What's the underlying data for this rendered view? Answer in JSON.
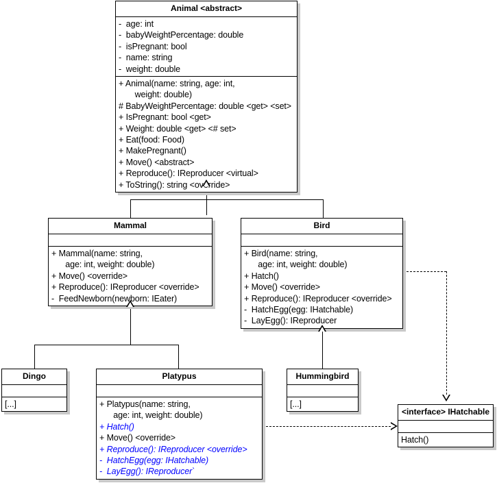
{
  "diagram": {
    "type": "uml-class-diagram",
    "title": "Animal class hierarchy",
    "accent_color": "#0000ff",
    "line_color": "#000000",
    "shadow_color": "#c9c9c9"
  },
  "classes": {
    "animal": {
      "name": "Animal <abstract>",
      "attributes": [
        "-  age: int",
        "-  babyWeightPercentage: double",
        "-  isPregnant: bool",
        "-  name: string",
        "-  weight: double"
      ],
      "operations": [
        "+ Animal(name: string, age: int,",
        "       weight: double)",
        "# BabyWeightPercentage: double <get> <set>",
        "+ IsPregnant: bool <get>",
        "+ Weight: double <get> <# set>",
        "+ Eat(food: Food)",
        "+ MakePregnant()",
        "+ Move() <abstract>",
        "+ Reproduce(): IReproducer <virtual>",
        "+ ToString(): string <override>"
      ]
    },
    "mammal": {
      "name": "Mammal",
      "attributes": [],
      "operations": [
        "+ Mammal(name: string,",
        "      age: int, weight: double)",
        "+ Move() <override>",
        "+ Reproduce(): IReproducer <override>",
        "-  FeedNewborn(newborn: IEater)"
      ]
    },
    "bird": {
      "name": "Bird",
      "attributes": [],
      "operations": [
        "+ Bird(name: string,",
        "      age: int, weight: double)",
        "+ Hatch()",
        "+ Move() <override>",
        "+ Reproduce(): IReproducer <override>",
        "-  HatchEgg(egg: IHatchable)",
        "-  LayEgg(): IReproducer"
      ]
    },
    "dingo": {
      "name": "Dingo",
      "attributes": [],
      "operations": [
        "[...]"
      ]
    },
    "platypus": {
      "name": "Platypus",
      "attributes": [],
      "operations": [
        {
          "text": "+ Platypus(name: string,",
          "style": "normal"
        },
        {
          "text": "      age: int, weight: double)",
          "style": "normal"
        },
        {
          "text": "+ Hatch()",
          "style": "blue-italic"
        },
        {
          "text": "+ Move() <override>",
          "style": "normal"
        },
        {
          "text": "+ Reproduce(): IReproducer <override>",
          "style": "blue-italic"
        },
        {
          "text": "-  HatchEgg(egg: IHatchable)",
          "style": "blue-italic"
        },
        {
          "text": "-  LayEgg(): IReproducer`",
          "style": "blue-italic"
        }
      ]
    },
    "hummingbird": {
      "name": "Hummingbird",
      "attributes": [],
      "operations": [
        "[...]"
      ]
    },
    "ihatchable": {
      "name": "<interface> IHatchable",
      "attributes": [],
      "operations": [
        "Hatch()"
      ]
    }
  },
  "relationships": [
    {
      "from": "Mammal",
      "to": "Animal",
      "kind": "generalization",
      "line": "solid",
      "arrow": "hollow-triangle"
    },
    {
      "from": "Bird",
      "to": "Animal",
      "kind": "generalization",
      "line": "solid",
      "arrow": "hollow-triangle"
    },
    {
      "from": "Dingo",
      "to": "Mammal",
      "kind": "generalization",
      "line": "solid",
      "arrow": "hollow-triangle"
    },
    {
      "from": "Platypus",
      "to": "Mammal",
      "kind": "generalization",
      "line": "solid",
      "arrow": "hollow-triangle"
    },
    {
      "from": "Hummingbird",
      "to": "Bird",
      "kind": "generalization",
      "line": "solid",
      "arrow": "hollow-triangle"
    },
    {
      "from": "Bird",
      "to": "IHatchable",
      "kind": "realization",
      "line": "dashed",
      "arrow": "hollow-triangle"
    },
    {
      "from": "Platypus",
      "to": "IHatchable",
      "kind": "realization",
      "line": "dashed",
      "arrow": "hollow-triangle"
    }
  ]
}
